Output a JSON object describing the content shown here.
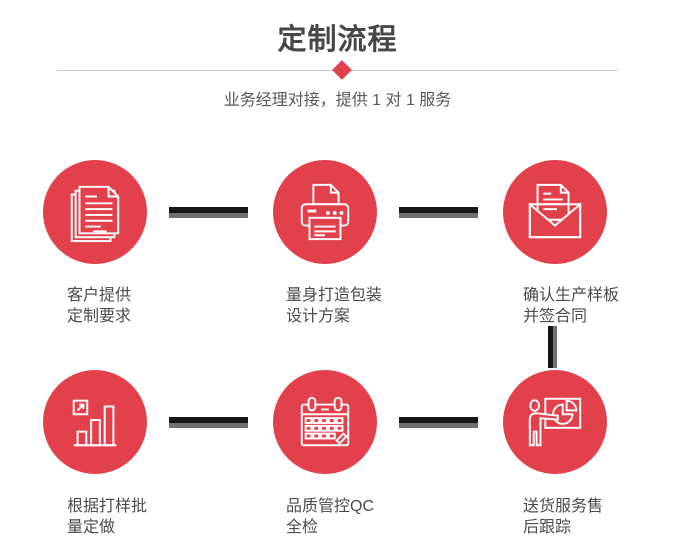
{
  "header": {
    "title": "定制流程",
    "subtitle": "业务经理对接，提供 1 对 1 服务"
  },
  "steps": [
    {
      "icon": "documents-icon",
      "line1": "客户提供",
      "line2": "定制要求"
    },
    {
      "icon": "printer-icon",
      "line1": "量身打造包装",
      "line2": "设计方案"
    },
    {
      "icon": "envelope-letter-icon",
      "line1": "确认生产样板",
      "line2": "并签合同"
    },
    {
      "icon": "bar-chart-icon",
      "line1": "根据打样批",
      "line2": "量定做"
    },
    {
      "icon": "calendar-icon",
      "line1": "品质管控QC",
      "line2": "全检"
    },
    {
      "icon": "presentation-icon",
      "line1": "送货服务售",
      "line2": "后跟踪"
    }
  ],
  "colors": {
    "accent_red": "#e2414c",
    "connector_dark": "#171717",
    "connector_gray": "#6f6f6f",
    "divider_line": "#cccccc",
    "title_text": "#474747",
    "subtitle_text": "#585858",
    "label_text": "#4c4c4c"
  }
}
